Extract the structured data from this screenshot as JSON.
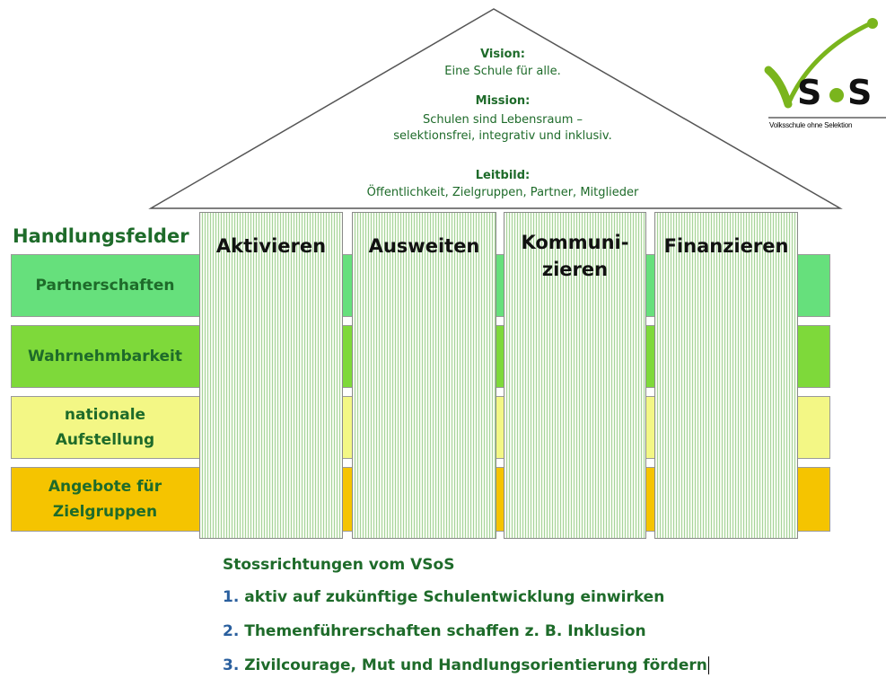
{
  "roof": {
    "vision_heading": "Vision:",
    "vision_text": "Eine Schule für alle.",
    "mission_heading": "Mission:",
    "mission_line1": "Schulen sind Lebensraum –",
    "mission_line2": "selektionsfrei, integrativ und inklusiv.",
    "leitbild_heading": "Leitbild:",
    "leitbild_text": "Öffentlichkeit, Zielgruppen, Partner, Mitglieder"
  },
  "logo": {
    "letters": "S",
    "dot": "o",
    "letters2": "S",
    "subtitle": "Volksschule ohne Selektion",
    "accent_color": "#7ab51d"
  },
  "handlungsfelder": {
    "title": "Handlungsfelder",
    "bands": [
      {
        "label": "Partnerschaften",
        "color": "#66e07c"
      },
      {
        "label": "Wahrnehmbarkeit",
        "color": "#7ed93a"
      },
      {
        "label": "nationale Aufstellung",
        "line1": "nationale",
        "line2": "Aufstellung",
        "color": "#f3f785"
      },
      {
        "label": "Angebote für Zielgruppen",
        "line1": "Angebote für",
        "line2": "Zielgruppen",
        "color": "#f5c400"
      }
    ]
  },
  "pillars": [
    {
      "line1": "Aktivieren"
    },
    {
      "line1": "Ausweiten"
    },
    {
      "line1": "Kommuni-",
      "line2": "zieren"
    },
    {
      "line1": "Finanzieren"
    }
  ],
  "stossrichtungen": {
    "title": "Stossrichtungen vom VSoS",
    "items": [
      {
        "num": "1.",
        "text": "aktiv auf  zukünftige Schulentwicklung einwirken"
      },
      {
        "num": "2.",
        "text": "Themenführerschaften schaffen z. B. Inklusion"
      },
      {
        "num": "3.",
        "text": "Zivilcourage, Mut und Handlungsorientierung fördern"
      }
    ]
  }
}
